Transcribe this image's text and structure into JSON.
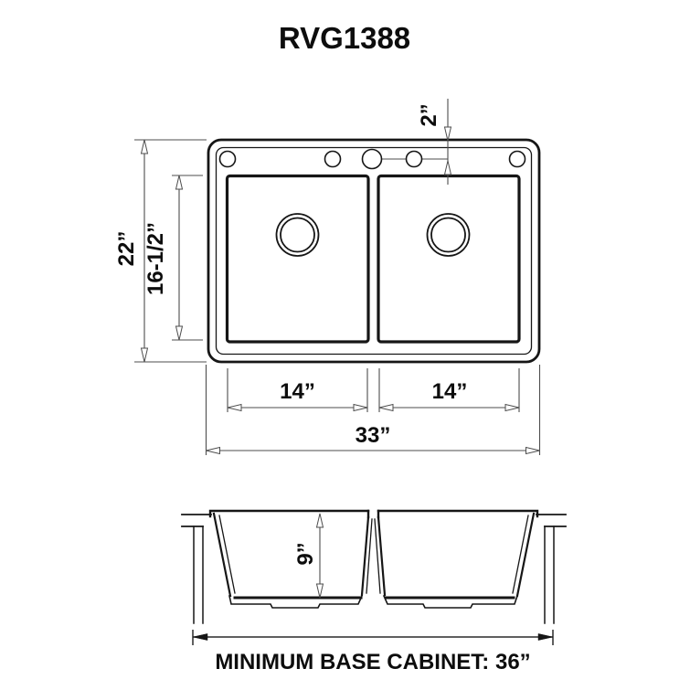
{
  "colors": {
    "background": "#ffffff",
    "drawing_line": "#161616",
    "dimension_line": "#4d4d4d"
  },
  "title": "RVG1388",
  "top_view": {
    "dimensions": {
      "overall_depth": "22”",
      "bowl_front_to_back": "16-1/2”",
      "faucet_hole_setback": "2”",
      "left_bowl_width": "14”",
      "right_bowl_width": "14”",
      "overall_width": "33”"
    }
  },
  "front_view": {
    "dimensions": {
      "bowl_depth": "9”"
    },
    "cabinet_note": "MINIMUM BASE CABINET: 36”"
  }
}
